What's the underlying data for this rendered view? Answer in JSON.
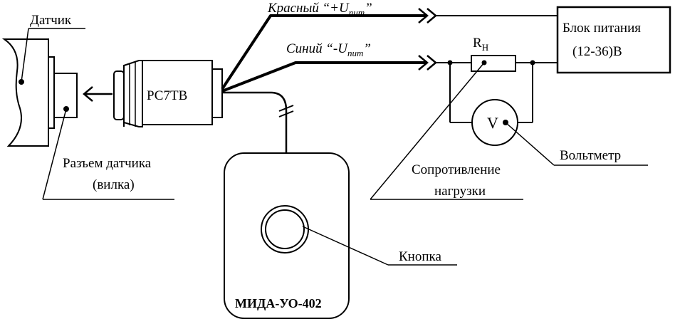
{
  "labels": {
    "sensor": "Датчик",
    "sensor_connector_1": "Разъем датчика",
    "sensor_connector_2": "(вилка)",
    "connector": "РС7ТВ",
    "device": "МИДА-УО-402",
    "button": "Кнопка",
    "red_wire_prefix": "Красный “+U",
    "blue_wire_prefix": "Синий “-U",
    "wire_subscript": "пит",
    "wire_suffix": "”",
    "resistor_symbol": "R",
    "resistor_subscript": "Н",
    "power_supply_1": "Блок питания",
    "power_supply_2": "(12-36)В",
    "voltmeter_symbol": "V",
    "voltmeter": "Вольтметр",
    "load_1": "Сопротивление",
    "load_2": "нагрузки"
  }
}
